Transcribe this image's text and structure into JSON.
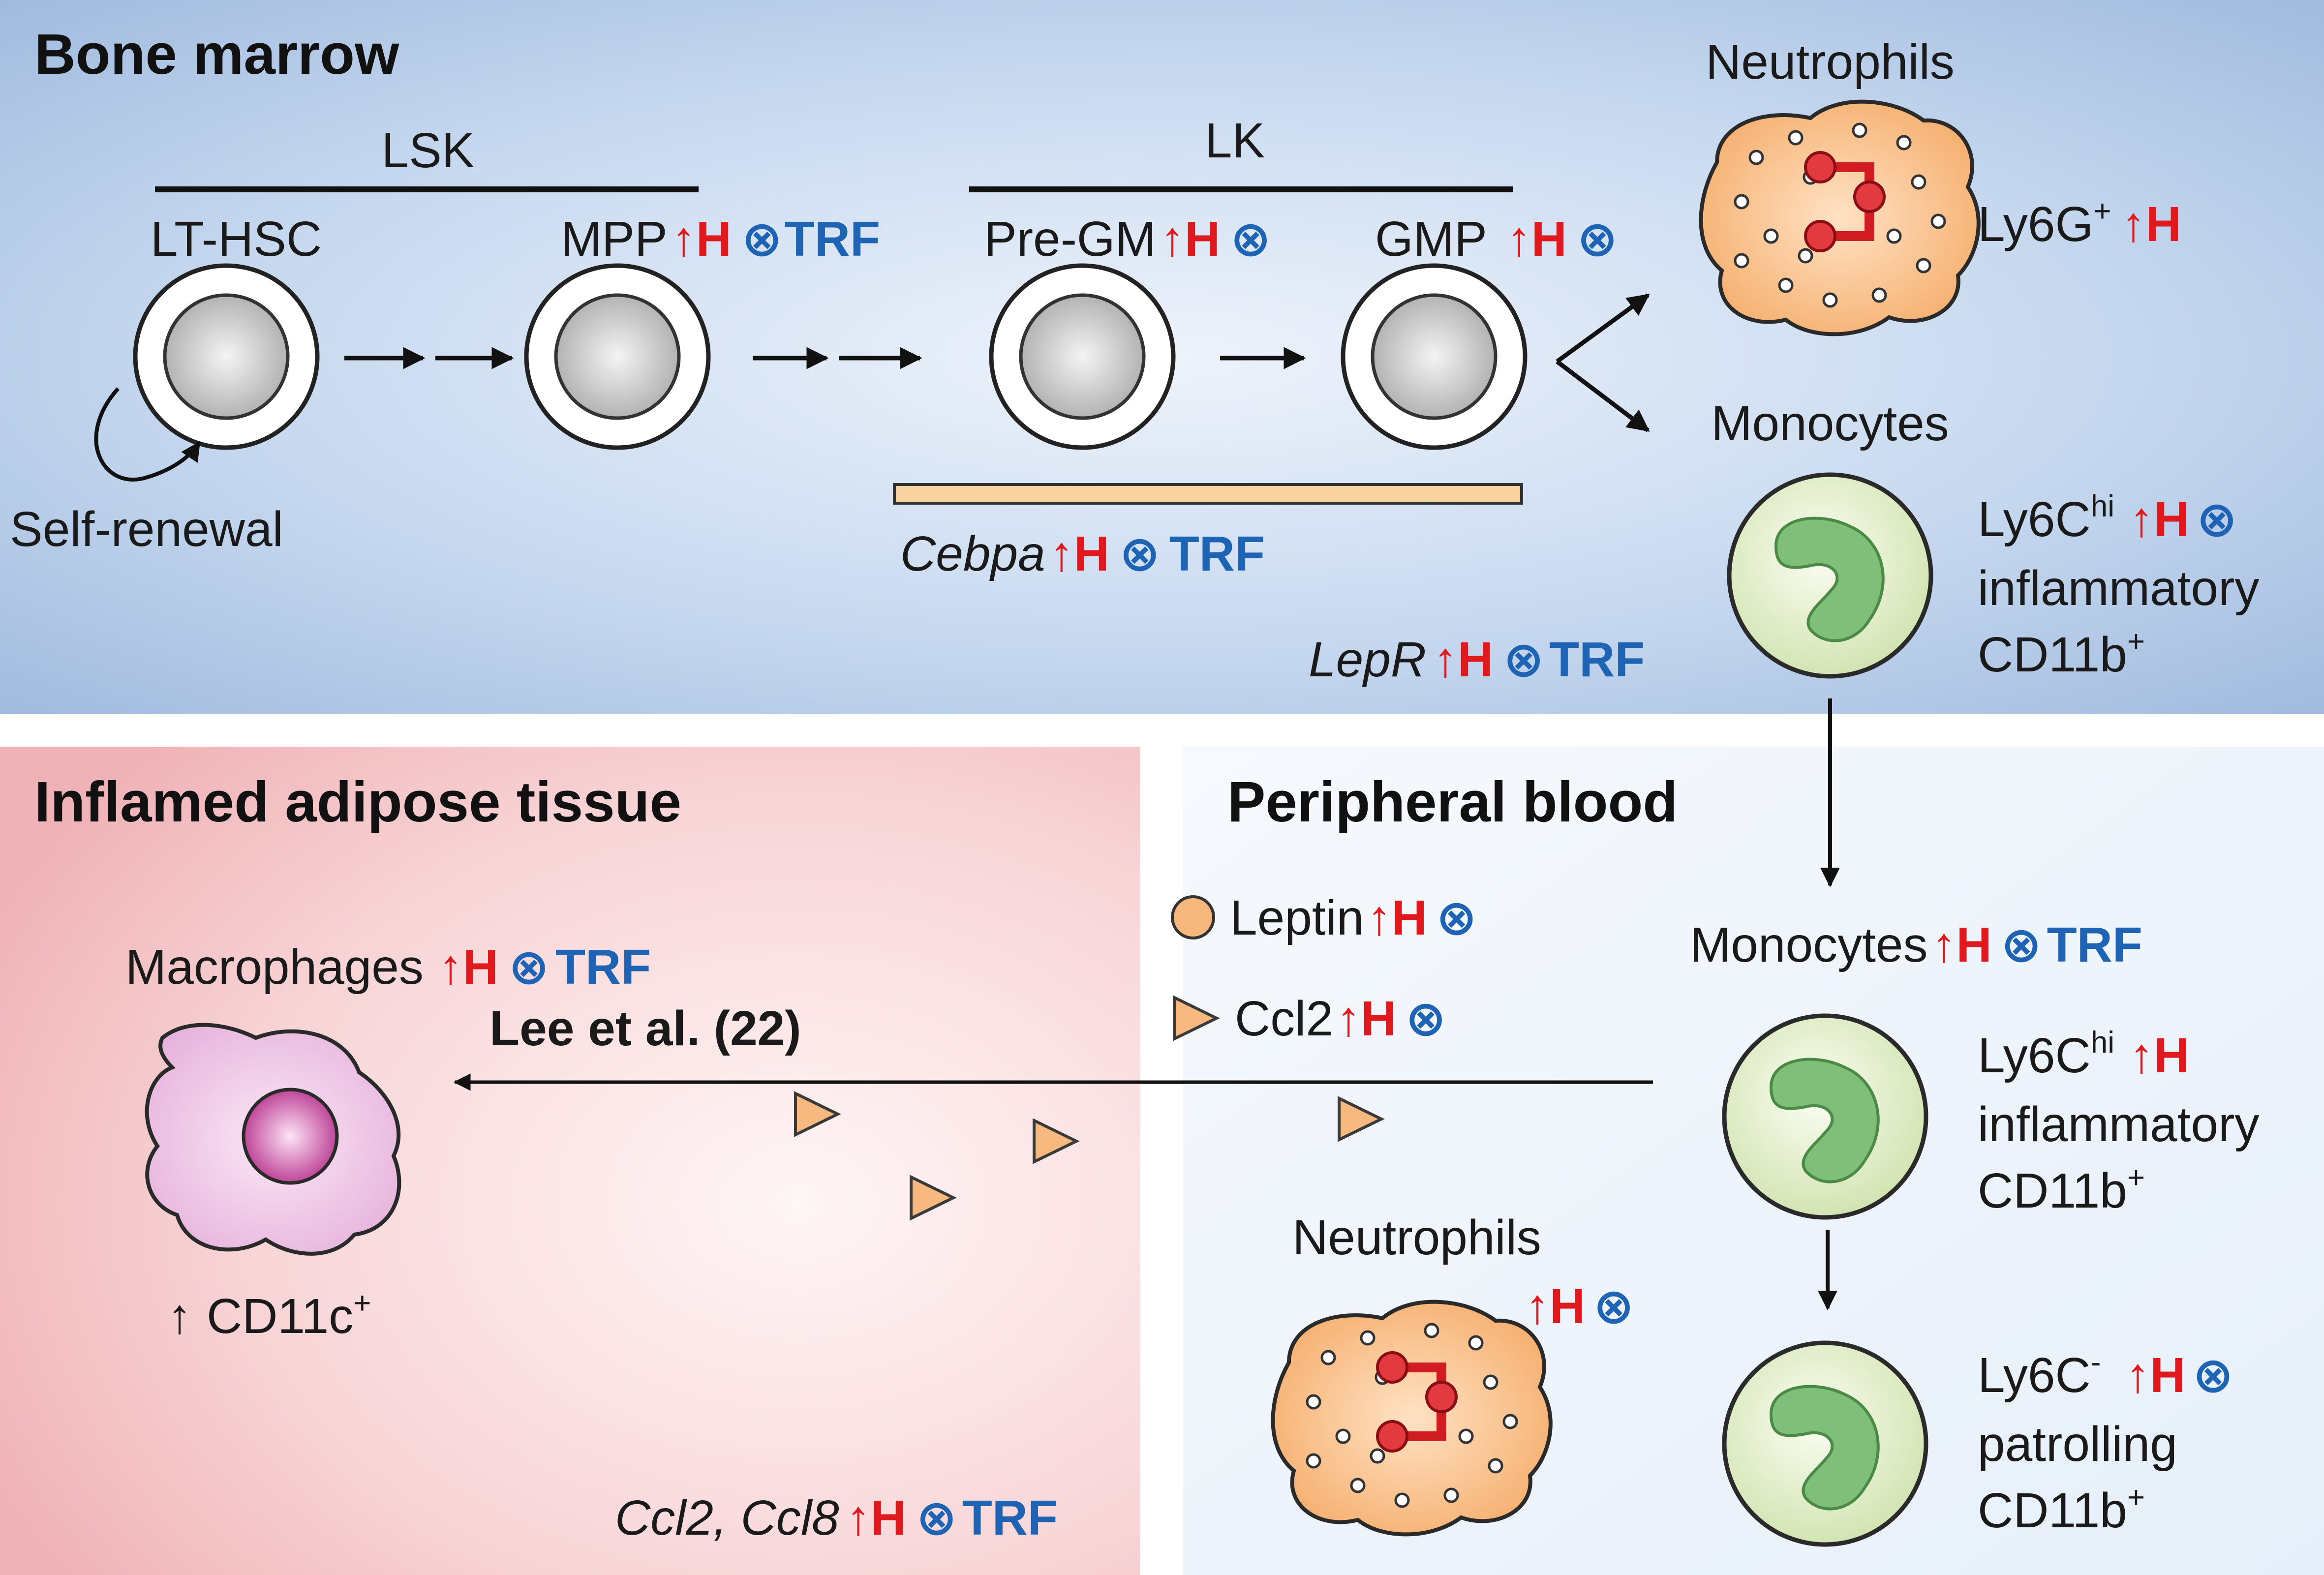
{
  "colors": {
    "increase": "#e0191e",
    "trf": "#1f63b4",
    "bone_marrow_bg": "#b9cde8",
    "adipose_bg": "#f4c4c8",
    "blood_bg": "#eef4fb",
    "neutrophil_fill": "#f6b77c",
    "monocyte_fill": "#e4efcf",
    "monocyte_nucleus": "#7fbf7a",
    "macrophage_fill": "#efc6e6",
    "macrophage_nucleus": "#c24aa0",
    "cebpa_bar": "#f8d3a0"
  },
  "markers": {
    "up_arrow": "↑",
    "h": "H",
    "blocked": "⊗",
    "trf": "TRF"
  },
  "bone_marrow": {
    "title": "Bone marrow",
    "lsk": "LSK",
    "lk": "LK",
    "lt_hsc": "LT-HSC",
    "self_renewal": "Self-renewal",
    "mpp": "MPP",
    "pre_gm": "Pre-GM",
    "gmp": "GMP",
    "cebpa": "Cebpa",
    "lepr": "LepR",
    "neutrophils": "Neutrophils",
    "ly6g": "Ly6G",
    "ly6g_sup": "+",
    "monocytes": "Monocytes",
    "ly6c": "Ly6C",
    "ly6c_hi_sup": "hi",
    "inflammatory": "inflammatory",
    "cd11b": "CD11b",
    "cd11b_sup": "+"
  },
  "adipose": {
    "title": "Inflamed adipose tissue",
    "macrophages": "Macrophages",
    "citation": "Lee et al. (22)",
    "cd11c_arrow": "↑",
    "cd11c": "CD11c",
    "cd11c_sup": "+",
    "genes": "Ccl2, Ccl8"
  },
  "blood": {
    "title": "Peripheral blood",
    "leptin": "Leptin",
    "ccl2": "Ccl2",
    "monocytes": "Monocytes",
    "ly6c": "Ly6C",
    "ly6c_hi_sup": "hi",
    "ly6c_neg_sup": "-",
    "inflammatory": "inflammatory",
    "patrolling": "patrolling",
    "cd11b": "CD11b",
    "cd11b_sup": "+",
    "neutrophils": "Neutrophils"
  }
}
